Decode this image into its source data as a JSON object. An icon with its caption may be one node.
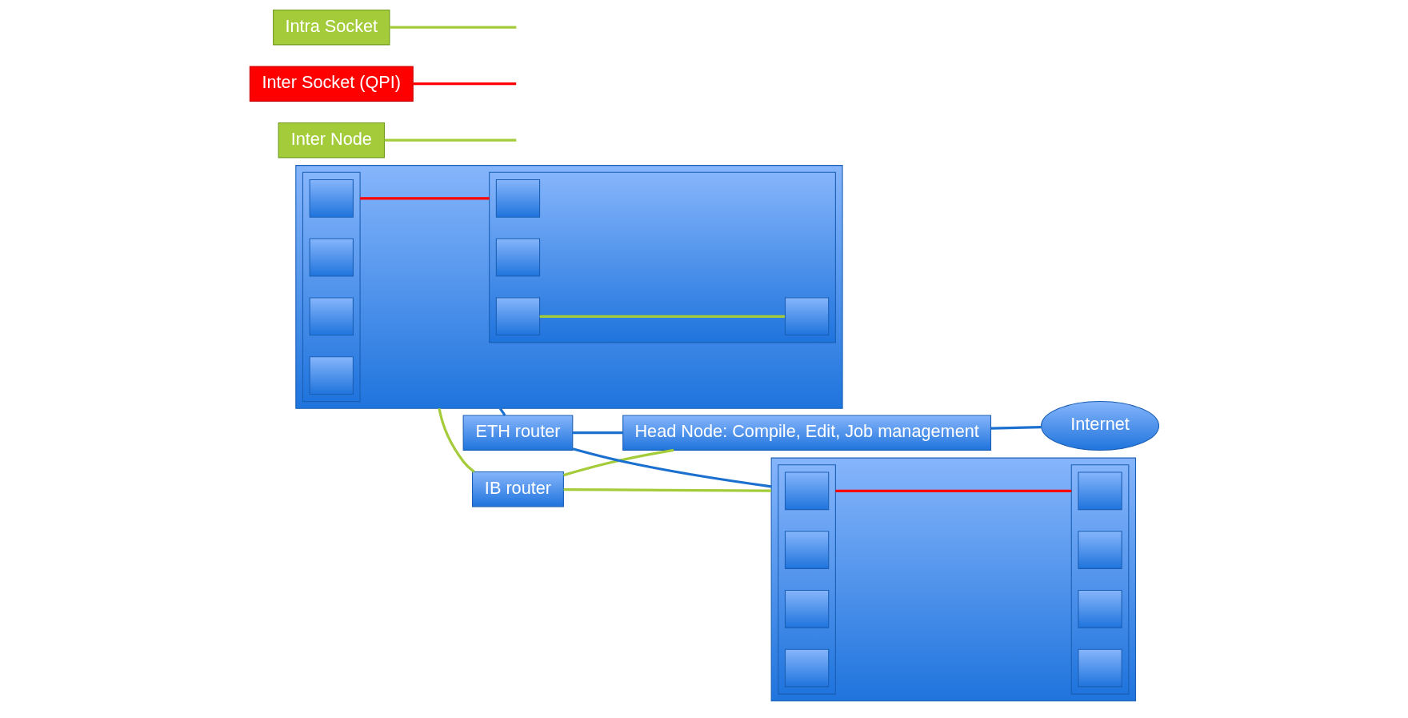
{
  "diagram": {
    "nodes": [
      {
        "text": [],
        "shape": "box"
      },
      {
        "text": [],
        "shape": "box",
        "in": 0
      },
      {
        "text": [],
        "shape": "box",
        "in": 1
      },
      {
        "text": [],
        "shape": "box",
        "in": 1
      },
      {
        "text": [],
        "shape": "box",
        "in": 1
      },
      {
        "text": [],
        "shape": "box",
        "in": 1
      },
      {
        "text": [],
        "shape": "box",
        "in": 0
      },
      {
        "text": [],
        "shape": "box",
        "in": 6
      },
      {
        "text": [],
        "shape": "box",
        "in": 6
      },
      {
        "text": [],
        "shape": "box",
        "in": 6
      },
      {
        "text": [],
        "shape": "box",
        "in": 6
      },
      {
        "text": [
          "Inter Node"
        ]
      },
      {
        "text": [
          "IB router"
        ]
      },
      {
        "text": [
          "ETH router"
        ]
      },
      {
        "text": [],
        "shape": "box"
      },
      {
        "text": [],
        "shape": "box",
        "in": 14
      },
      {
        "text": [],
        "shape": "box",
        "in": 15
      },
      {
        "text": [],
        "shape": "box",
        "in": 15
      },
      {
        "text": [],
        "shape": "box",
        "in": 15
      },
      {
        "text": [],
        "shape": "box",
        "in": 15
      },
      {
        "text": [],
        "shape": "box",
        "in": 14
      },
      {
        "text": [],
        "shape": "box",
        "in": 20
      },
      {
        "text": [],
        "shape": "box",
        "in": 20
      },
      {
        "text": [],
        "shape": "box",
        "in": 20
      },
      {
        "text": [],
        "shape": "box",
        "in": 20
      },
      {
        "text": [
          "Inter Socket (QPI)"
        ]
      },
      {
        "text": [
          "Intra Socket"
        ]
      },
      {
        "text": [
          "Head Node: Compile, Edit, Job management"
        ]
      },
      {
        "text": [
          "Internet"
        ]
      }
    ],
    "edges": [
      {
        "from": 1,
        "to": 6,
        "arrow": "none",
        "color": "#ff0000"
      },
      {
        "from": 9,
        "to": 10,
        "arrow": "none",
        "color": "#a4cc3a"
      },
      {
        "from": 0,
        "to": 12,
        "arrow": "none",
        "color": "#a4cc3a"
      },
      {
        "from": 12,
        "to": 14,
        "arrow": "none",
        "color": "#a4cc3a"
      },
      {
        "from": 0,
        "to": 13,
        "arrow": "none",
        "color": "#1a6fcf"
      },
      {
        "from": 13,
        "to": 14,
        "arrow": "none",
        "color": "#1a6fcf"
      },
      {
        "from": 15,
        "to": 20,
        "arrow": "none",
        "color": "#ff0000"
      },
      {
        "from": 12,
        "to": 27,
        "arrow": "none",
        "color": "#a4cc3a"
      },
      {
        "from": 13,
        "to": 27,
        "arrow": "none",
        "color": "#1a6fcf"
      },
      {
        "from": 27,
        "to": 28,
        "arrow": "none",
        "color": "#1a6fcf"
      },
      {
        "from": 11,
        "to": null,
        "arrow": "none",
        "color": "#a4cc3a"
      },
      {
        "from": 25,
        "to": null,
        "arrow": "none",
        "color": "#ff0000"
      },
      {
        "from": 26,
        "to": null,
        "arrow": "none",
        "color": "#a4cc3a"
      }
    ]
  }
}
